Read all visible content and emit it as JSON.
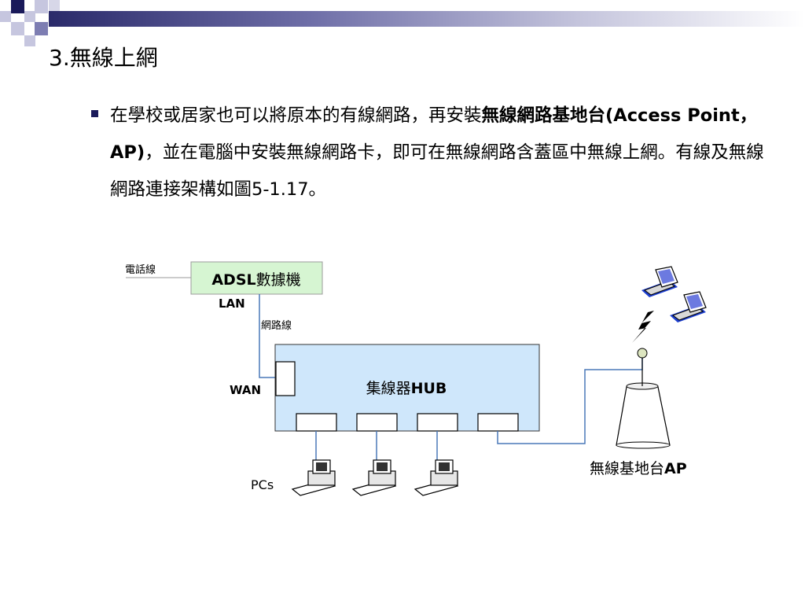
{
  "slide": {
    "title": "3.無線上網",
    "bullet": {
      "text_1": "在學校或居家也可以將原本的有線網路，再安裝",
      "bold_1": "無線網路基地台(Access Point，AP)",
      "text_2": "，並在電腦中安裝無線網路卡，即可在無線網路含蓋區中無線上網。有線及無線網路連接架構如圖5-1.17。"
    }
  },
  "diagram": {
    "phone_line_label": "電話線",
    "modem_label_en": "ADSL",
    "modem_label_zh": "數據機",
    "lan_label": "LAN",
    "network_cable_label": "網路線",
    "wan_label": "WAN",
    "hub_label_zh": "集線器",
    "hub_label_en": "HUB",
    "pcs_label": "PCs",
    "ap_label_zh": "無線基地台",
    "ap_label_en": "AP"
  },
  "colors": {
    "hub_fill": "#cfe7fb",
    "modem_fill": "#d6f5d2",
    "cable": "#4a78b8",
    "header_dark": "#2a2a6a",
    "laptop_blue": "#1d3fcf"
  }
}
